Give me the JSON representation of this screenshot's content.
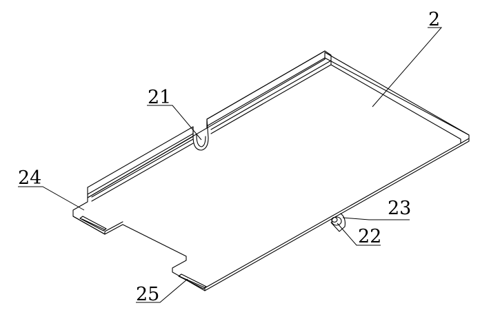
{
  "figure": {
    "labels": {
      "part_2": "2",
      "part_21": "21",
      "part_22": "22",
      "part_23": "23",
      "part_24": "24",
      "part_25": "25"
    },
    "colors": {
      "line": "#000000",
      "background": "#ffffff"
    }
  }
}
